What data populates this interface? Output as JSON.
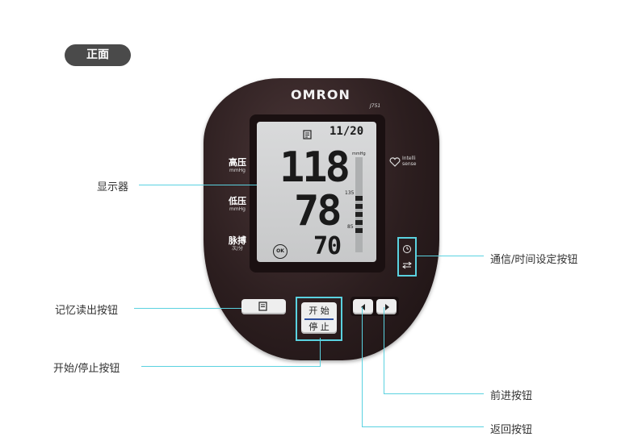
{
  "tag_label": "正面",
  "device": {
    "brand": "OMRON",
    "model": "J751",
    "intelli_top": "Intelli",
    "intelli_bottom": "sense",
    "labels": {
      "systolic": "高压",
      "systolic_unit": "mmHg",
      "diastolic": "低压",
      "diastolic_unit": "mmHg",
      "pulse": "脉搏",
      "pulse_unit": "次/分"
    },
    "lcd": {
      "date": "11/20",
      "systolic": "118",
      "diastolic": "78",
      "pulse": "70",
      "scale_unit": "mmHg",
      "scale_high": "135",
      "scale_low": "85",
      "ok": "OK"
    },
    "start_top": "开 始",
    "start_bottom": "停 止"
  },
  "callouts": {
    "display": "显示器",
    "memory": "记忆读出按钮",
    "start_stop": "开始/停止按钮",
    "comm_time": "通信/时间设定按钮",
    "forward": "前进按钮",
    "back": "返回按钮"
  },
  "colors": {
    "accent": "#5ad2e0",
    "body": "#2c1e1f"
  }
}
